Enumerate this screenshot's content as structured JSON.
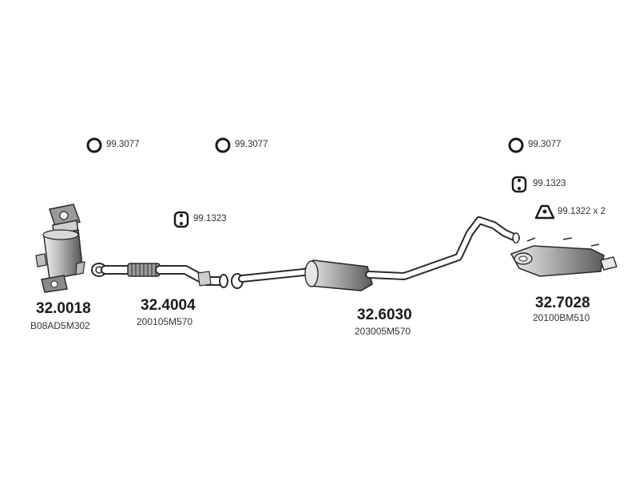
{
  "parts": [
    {
      "id": "catalytic-converter",
      "number": "32.0018",
      "oem": "B08AD5M302"
    },
    {
      "id": "front-pipe",
      "number": "32.4004",
      "oem": "200105M570"
    },
    {
      "id": "middle-silencer",
      "number": "32.6030",
      "oem": "203005M570"
    },
    {
      "id": "rear-silencer",
      "number": "32.7028",
      "oem": "20100BM510"
    }
  ],
  "accessories": [
    {
      "id": "gasket-ring-1",
      "code": "99.3077",
      "icon": "ring-gasket-icon"
    },
    {
      "id": "gasket-ring-2",
      "code": "99.3077",
      "icon": "ring-gasket-icon"
    },
    {
      "id": "gasket-ring-3",
      "code": "99.3077",
      "icon": "ring-gasket-icon"
    },
    {
      "id": "rubber-hanger-1",
      "code": "99.1323",
      "icon": "rubber-hanger-icon"
    },
    {
      "id": "rubber-hanger-2",
      "code": "99.1323",
      "icon": "rubber-hanger-icon"
    },
    {
      "id": "mounting-bracket",
      "code": "99.1322 x 2",
      "icon": "mount-bracket-icon"
    }
  ]
}
